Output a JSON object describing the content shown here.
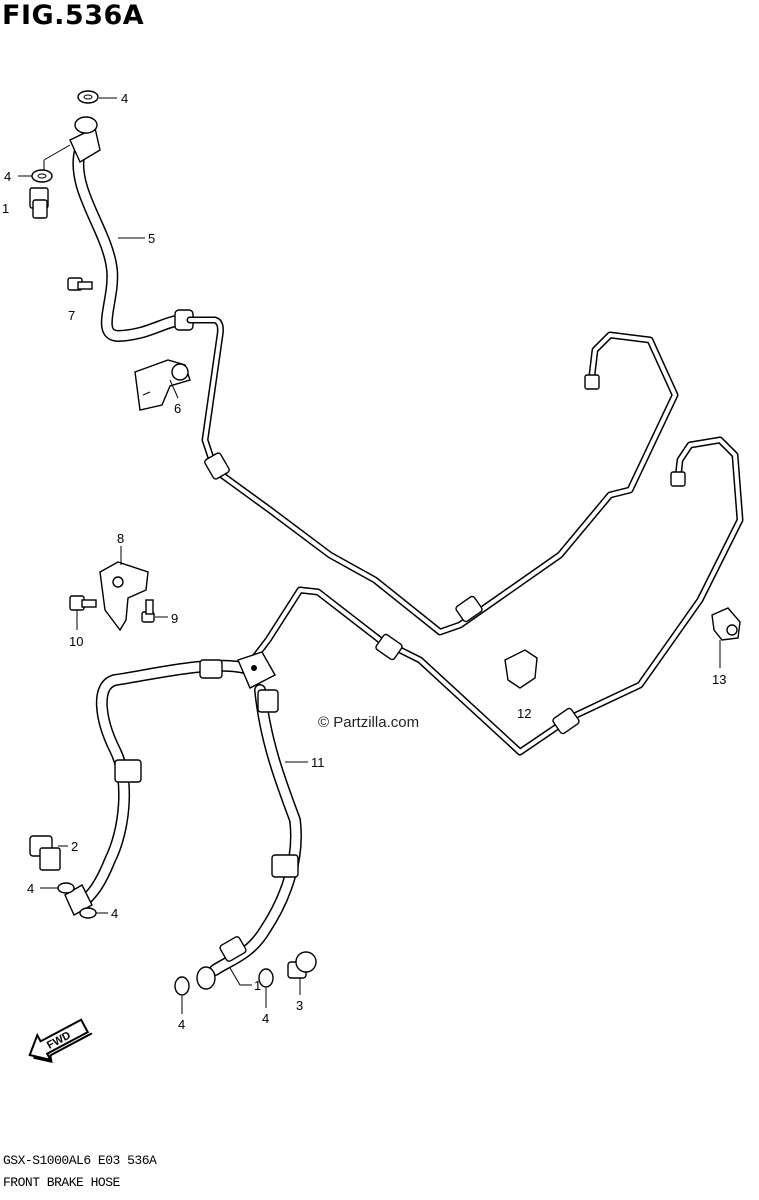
{
  "figure_title": "FIG.536A",
  "watermark": "© Partzilla.com",
  "fwd_label": "FWD",
  "callouts": {
    "c4a": "4",
    "c4b": "4",
    "c1a": "1",
    "c5": "5",
    "c7": "7",
    "c6": "6",
    "c8": "8",
    "c9": "9",
    "c10": "10",
    "c11": "11",
    "c12": "12",
    "c13": "13",
    "c2": "2",
    "c4c": "4",
    "c4d": "4",
    "c4e": "4",
    "c4f": "4",
    "c1b": "1",
    "c3": "3"
  },
  "footer": {
    "model_code": "GSX-S1000AL6  E03  536A",
    "caption": "FRONT BRAKE HOSE"
  },
  "icons": [
    "washer-icon",
    "union-bolt-icon",
    "bolt-icon",
    "clamp-icon",
    "bracket-icon",
    "fwd-arrow-icon"
  ]
}
